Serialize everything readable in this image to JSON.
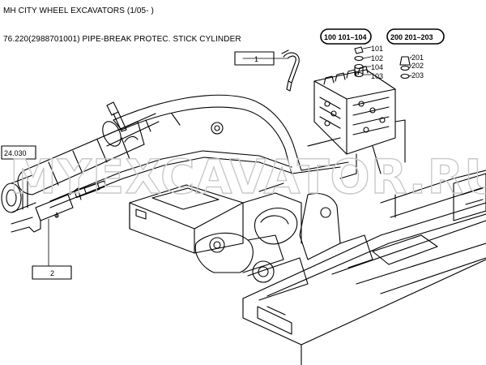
{
  "header": {
    "line1": "MH CITY WHEEL EXCAVATORS (1/05- )",
    "line2": "76.220(2988701001) PIPE-BREAK PROTEC. STICK CYLINDER"
  },
  "callouts": {
    "box1": "1",
    "box2": "2",
    "ref": "24.030",
    "group100": "100 101–104",
    "group200": "200 201–203"
  },
  "parts": {
    "p101": "101",
    "p102": "102",
    "p104": "104",
    "p103": "103",
    "p201": "201",
    "p202": "202",
    "p203": "203"
  },
  "watermark": "MYEXCAVATOR.RU"
}
